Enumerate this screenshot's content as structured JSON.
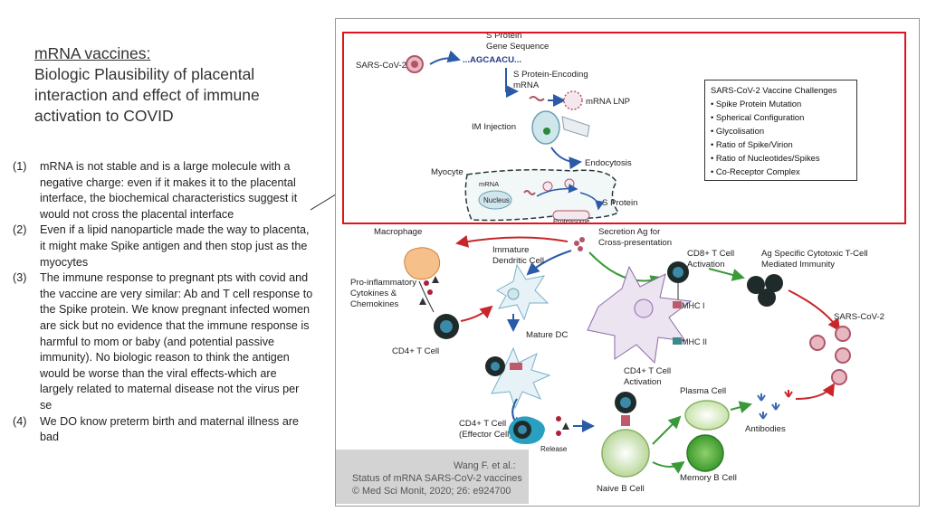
{
  "title": {
    "line1": "mRNA vaccines:",
    "line2": "Biologic Plausibility of placental interaction and effect of immune activation to COVID"
  },
  "notes": [
    {
      "num": "(1)",
      "text": "mRNA is not stable and is  a large molecule with a negative charge: even if it makes it to the placental interface, the biochemical characteristics suggest it would not cross the placental interface"
    },
    {
      "num": "(2)",
      "text": "Even if a lipid nanoparticle made the way to placenta, it might make Spike antigen and then stop just as the myocytes"
    },
    {
      "num": "(3)",
      "text": "The immune response to pregnant pts with covid and the vaccine are very similar: Ab and T cell response to the Spike protein.  We know pregnant infected women are sick but no evidence that the immune response is harmful to mom or baby (and potential passive immunity).  No biologic reason to think the antigen would be worse than the viral effects-which are largely related to maternal disease not the virus per se"
    },
    {
      "num": "(4)",
      "text": " We DO know preterm birth and maternal illness are bad"
    }
  ],
  "figure": {
    "labels": {
      "s_protein_gene": "S Protein",
      "gene_sequence": "Gene Sequence",
      "sars_cov2_top": "SARS-CoV-2",
      "sequence": "...AGCAACU...",
      "s_protein_encoding": "S Protein-Encoding",
      "mrna": "mRNA",
      "mrna_lnp": "mRNA LNP",
      "im_injection": "IM Injection",
      "endocytosis": "Endocytosis",
      "myocyte": "Myocyte",
      "mrna_small": "mRNA",
      "nucleus": "Nucleus",
      "s_protein": "S Protein",
      "proteasome": "Proteasome",
      "macrophage": "Macrophage",
      "secretion": "Secretion Ag for",
      "cross_presentation": "Cross-presentation",
      "immature": "Immature",
      "dendritic_cell": "Dendritic Cell",
      "cd8": "CD8+ T Cell",
      "activation": "Activation",
      "ag_specific": "Ag Specific Cytotoxic T-Cell",
      "mediated": "Mediated Immunity",
      "pro_inflam": "Pro-inflammatory",
      "cytokines": "Cytokines &",
      "chemokines": "Chemokines",
      "mhc1": "MHC I",
      "mhc2": "MHC II",
      "sars_cov2_right": "SARS-CoV-2",
      "cd4_left": "CD4+ T Cell",
      "mature_dc": "Mature DC",
      "cd4_act1": "CD4+ T Cell",
      "cd4_act2": "Activation",
      "plasma_cell": "Plasma Cell",
      "antibodies": "Antibodies",
      "cd4_eff1": "CD4+ T Cell",
      "cd4_eff2": "(Effector Cell)",
      "release": "Release",
      "naive_b": "Naive B Cell",
      "memory_b": "Memory B Cell"
    },
    "challenges": {
      "title": "SARS-CoV-2 Vaccine Challenges",
      "items": [
        "• Spike Protein Mutation",
        "• Spherical Configuration",
        "• Glycolisation",
        "• Ratio of Spike/Virion",
        "• Ratio of Nucleotides/Spikes",
        "• Co-Receptor Complex"
      ]
    },
    "citation": {
      "line1": "Wang F. et al.:",
      "line2": "Status of mRNA SARS-CoV-2 vaccines",
      "line3": "© Med Sci Monit, 2020; 26: e924700"
    },
    "colors": {
      "highlight_box": "#e0141e",
      "arrow_blue": "#2a5aa8",
      "arrow_green": "#3a9a3a",
      "arrow_red": "#c8262a",
      "cell_dark": "#1f2a2a",
      "virus": "#b0556a"
    }
  }
}
